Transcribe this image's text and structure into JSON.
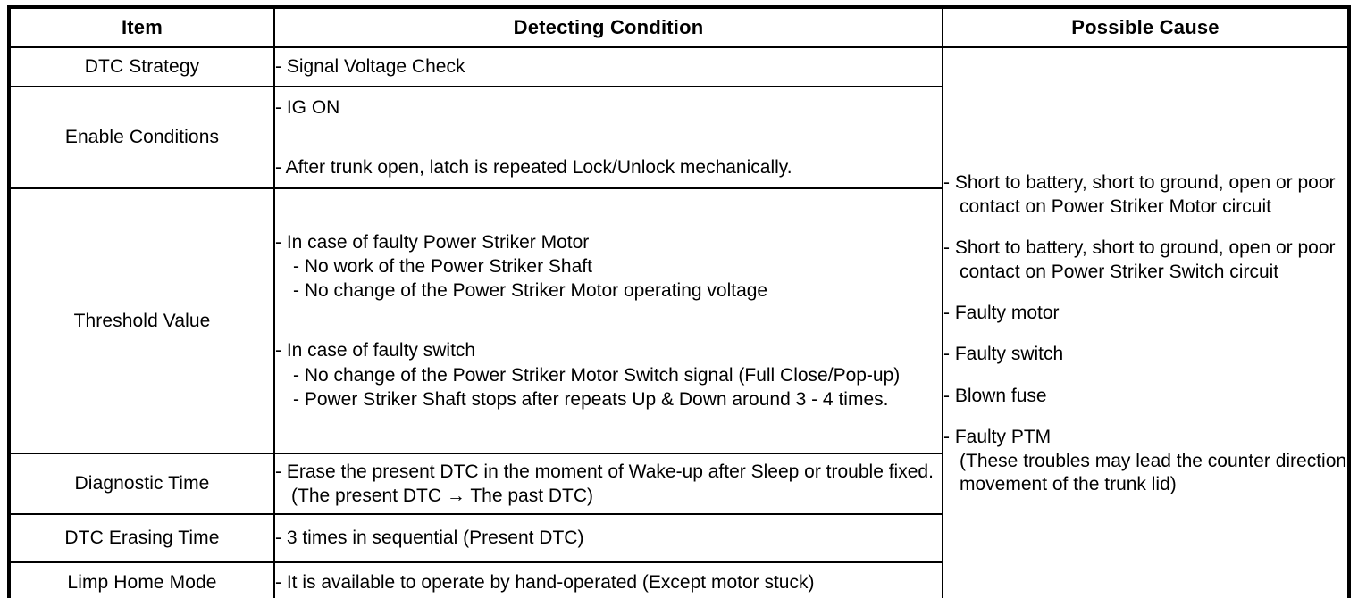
{
  "table": {
    "headers": [
      "Item",
      "Detecting Condition",
      "Possible Cause"
    ],
    "rows": [
      {
        "item": "DTC Strategy",
        "condition_lines": [
          "- Signal Voltage Check"
        ]
      },
      {
        "item": "Enable Conditions",
        "condition_lines": [
          "- IG ON",
          "",
          "- After trunk open, latch is repeated Lock/Unlock mechanically."
        ]
      },
      {
        "item": "Threshold Value",
        "condition_lines": [
          "- In case of faulty Power Striker Motor",
          "- No work of the Power Striker Shaft",
          "- No change of the Power Striker Motor operating voltage",
          "",
          "- In case of faulty switch",
          "- No change of the Power Striker Motor Switch signal (Full Close/Pop-up)",
          "- Power Striker Shaft stops after repeats Up & Down around 3 - 4 times."
        ]
      },
      {
        "item": "Diagnostic Time",
        "condition_lines": [
          "- Erase the present DTC in the moment of Wake-up after Sleep or trouble fixed. (The present DTC → The past DTC)"
        ]
      },
      {
        "item": "DTC Erasing Time",
        "condition_lines": [
          "- 3 times in sequential (Present DTC)"
        ]
      },
      {
        "item": "Limp Home Mode",
        "condition_lines": [
          "- It is available to operate by hand-operated (Except motor stuck)"
        ]
      }
    ],
    "possible_cause": {
      "entries": [
        "- Short to battery, short to ground, open or poor contact on Power Striker Motor circuit",
        "- Short to battery, short to ground, open or poor contact on Power Striker Switch circuit",
        "- Faulty motor",
        "- Faulty switch",
        "- Blown fuse",
        "- Faulty PTM",
        "(These troubles may lead the counter direction movement of the trunk lid)"
      ]
    }
  },
  "colors": {
    "border": "#000000",
    "text": "#000000",
    "background": "#ffffff"
  }
}
